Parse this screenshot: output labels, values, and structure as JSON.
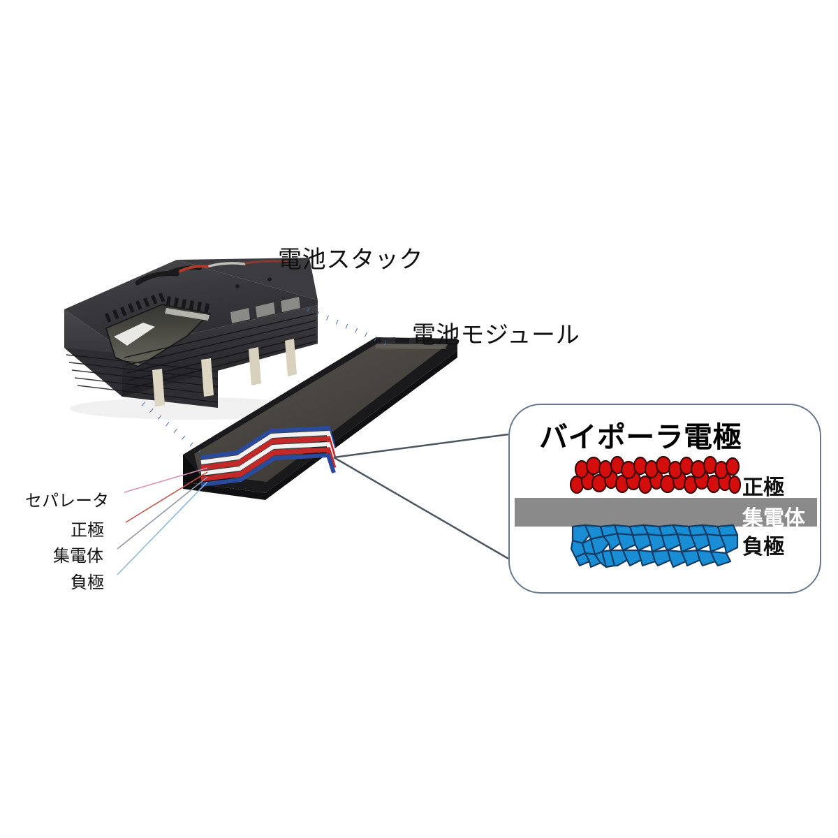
{
  "figure": {
    "title_labels": {
      "battery_stack": "電池スタック",
      "battery_module": "電池モジュール"
    },
    "side_labels": [
      {
        "name": "separator",
        "text": "セパレータ",
        "line_color": "#d98fb4"
      },
      {
        "name": "cathode",
        "text": "正極",
        "line_color": "#c9534a"
      },
      {
        "name": "collector",
        "text": "集電体",
        "line_color": "#8f98a3"
      },
      {
        "name": "anode",
        "text": "負極",
        "line_color": "#8fb8d8"
      }
    ],
    "callout": {
      "title": "バイポーラ電極",
      "layers": [
        {
          "name": "cathode",
          "label": "正極",
          "color": "#d40d0d",
          "outline": "#3a0a0a",
          "shape": "round-particles"
        },
        {
          "name": "collector",
          "label": "集電体",
          "color": "#8a8a8a",
          "outline": "#8a8a8a",
          "shape": "solid-bar"
        },
        {
          "name": "anode",
          "label": "負極",
          "color": "#1a8ed4",
          "outline": "#123a63",
          "shape": "angular-particles"
        }
      ],
      "border_color": "#69778c"
    },
    "module_stripes": [
      {
        "name": "stripe-blue-top",
        "color": "#2a4a9c"
      },
      {
        "name": "stripe-white-upper",
        "color": "#f2f2f2"
      },
      {
        "name": "stripe-red-upper",
        "color": "#c42828"
      },
      {
        "name": "stripe-white-mid",
        "color": "#f2f2f2"
      },
      {
        "name": "stripe-red-lower",
        "color": "#c42828"
      },
      {
        "name": "stripe-blue-bottom",
        "color": "#2a4a9c"
      }
    ],
    "connectors": {
      "dotted_color": "#4a6aa8",
      "tail_color": "#4a5560"
    },
    "background": "#ffffff"
  }
}
